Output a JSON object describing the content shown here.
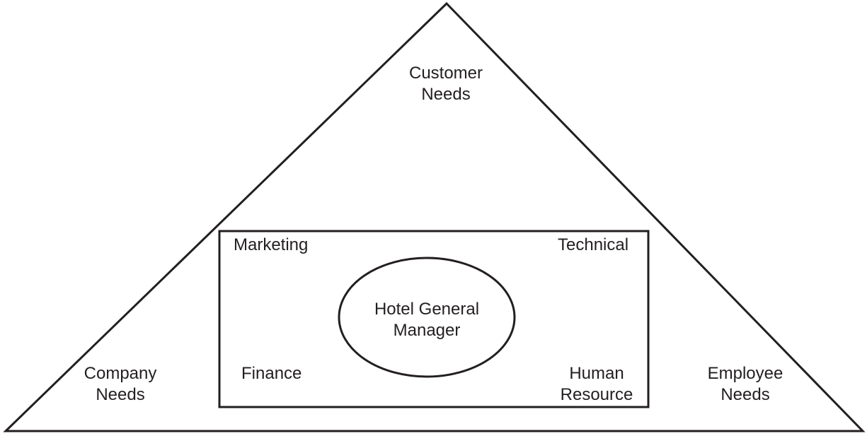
{
  "diagram": {
    "outer": {
      "apex": "Customer Needs",
      "apex_lines": [
        "Customer",
        "Needs"
      ],
      "left": "Company Needs",
      "left_lines": [
        "Company",
        "Needs"
      ],
      "right": "Employee Needs",
      "right_lines": [
        "Employee",
        "Needs"
      ]
    },
    "departments": {
      "top_left": "Marketing",
      "top_right": "Technical",
      "bottom_left": "Finance",
      "bottom_right_lines": [
        "Human",
        "Resource"
      ]
    },
    "center": {
      "label_lines": [
        "Hotel General",
        "Manager"
      ]
    },
    "colors": {
      "stroke": "#231f20",
      "text": "#231f20",
      "background": "#ffffff"
    }
  }
}
